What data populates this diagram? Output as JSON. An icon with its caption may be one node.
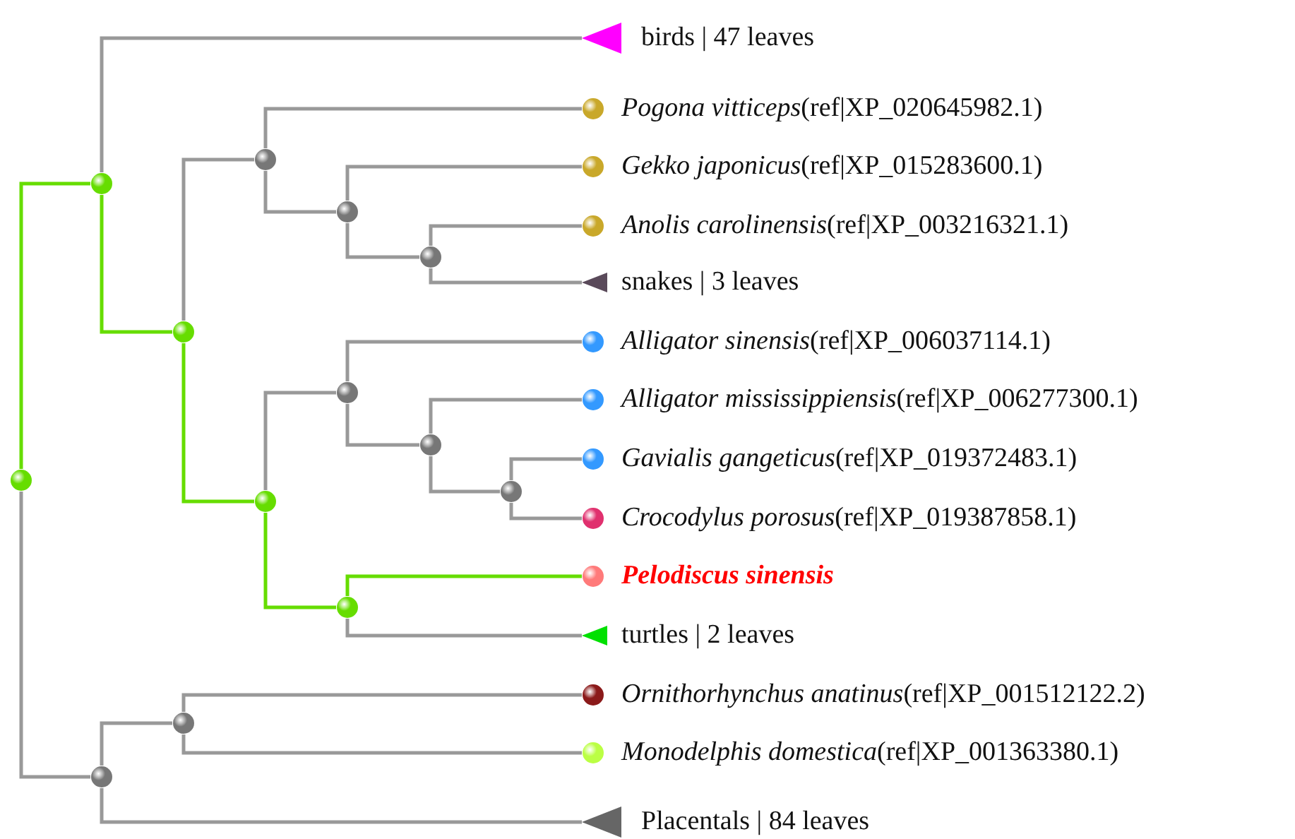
{
  "diagram": {
    "nodes": [
      {
        "text": [],
        "shape": "circle"
      },
      {
        "text": [],
        "shape": "circle"
      },
      {
        "text": [
          "birds | 47 leaves"
        ]
      },
      {
        "text": [],
        "shape": "circle"
      },
      {
        "text": [],
        "shape": "circle"
      },
      {
        "text": [
          "*Pogona vitticeps*(ref|XP_020645982.1)"
        ]
      },
      {
        "text": [],
        "shape": "circle"
      },
      {
        "text": [
          "*Gekko japonicus*(ref|XP_015283600.1)"
        ]
      },
      {
        "text": [],
        "shape": "circle"
      },
      {
        "text": [
          "*Anolis carolinensis*(ref|XP_003216321.1)"
        ]
      },
      {
        "text": [
          "snakes | 3 leaves"
        ]
      },
      {
        "text": [],
        "shape": "circle"
      },
      {
        "text": [],
        "shape": "circle"
      },
      {
        "text": [
          "*Alligator sinensis*(ref|XP_006037114.1)"
        ]
      },
      {
        "text": [],
        "shape": "circle"
      },
      {
        "text": [
          "*Alligator mississippiensis*(ref|XP_006277300.1)"
        ]
      },
      {
        "text": [],
        "shape": "circle"
      },
      {
        "text": [
          "*Gavialis gangeticus*(ref|XP_019372483.1)"
        ]
      },
      {
        "text": [
          "*Crocodylus porosus*(ref|XP_019387858.1)"
        ]
      },
      {
        "text": [],
        "shape": "circle"
      },
      {
        "text": [
          "Pelodiscus sinensis"
        ]
      },
      {
        "text": [
          "turtles | 2 leaves"
        ]
      },
      {
        "text": [],
        "shape": "circle"
      },
      {
        "text": [],
        "shape": "circle"
      },
      {
        "text": [
          "*Ornithorhynchus anatinus*(ref|XP_001512122.2)"
        ]
      },
      {
        "text": [
          "*Monodelphis domestica*(ref|XP_001363380.1)"
        ]
      },
      {
        "text": [
          "Placentals | 84 leaves"
        ]
      }
    ],
    "edges": [
      {
        "from": 0,
        "to": 1,
        "arrow": "none",
        "color": "#66dd00"
      },
      {
        "from": 1,
        "to": 2,
        "arrow": "none"
      },
      {
        "from": 1,
        "to": 3,
        "arrow": "none",
        "color": "#66dd00"
      },
      {
        "from": 3,
        "to": 4,
        "arrow": "none"
      },
      {
        "from": 4,
        "to": 5,
        "arrow": "none"
      },
      {
        "from": 4,
        "to": 6,
        "arrow": "none"
      },
      {
        "from": 6,
        "to": 7,
        "arrow": "none"
      },
      {
        "from": 6,
        "to": 8,
        "arrow": "none"
      },
      {
        "from": 8,
        "to": 9,
        "arrow": "none"
      },
      {
        "from": 8,
        "to": 10,
        "arrow": "none"
      },
      {
        "from": 3,
        "to": 11,
        "arrow": "none",
        "color": "#66dd00"
      },
      {
        "from": 11,
        "to": 12,
        "arrow": "none"
      },
      {
        "from": 12,
        "to": 13,
        "arrow": "none"
      },
      {
        "from": 12,
        "to": 14,
        "arrow": "none"
      },
      {
        "from": 14,
        "to": 15,
        "arrow": "none"
      },
      {
        "from": 14,
        "to": 16,
        "arrow": "none"
      },
      {
        "from": 16,
        "to": 17,
        "arrow": "none"
      },
      {
        "from": 16,
        "to": 18,
        "arrow": "none"
      },
      {
        "from": 11,
        "to": 19,
        "arrow": "none",
        "color": "#66dd00"
      },
      {
        "from": 19,
        "to": 20,
        "arrow": "none",
        "color": "#66dd00"
      },
      {
        "from": 19,
        "to": 21,
        "arrow": "none"
      },
      {
        "from": 0,
        "to": 22,
        "arrow": "none"
      },
      {
        "from": 22,
        "to": 23,
        "arrow": "none"
      },
      {
        "from": 23,
        "to": 24,
        "arrow": "none"
      },
      {
        "from": 23,
        "to": 25,
        "arrow": "none"
      },
      {
        "from": 22,
        "to": 26,
        "arrow": "none"
      }
    ]
  }
}
